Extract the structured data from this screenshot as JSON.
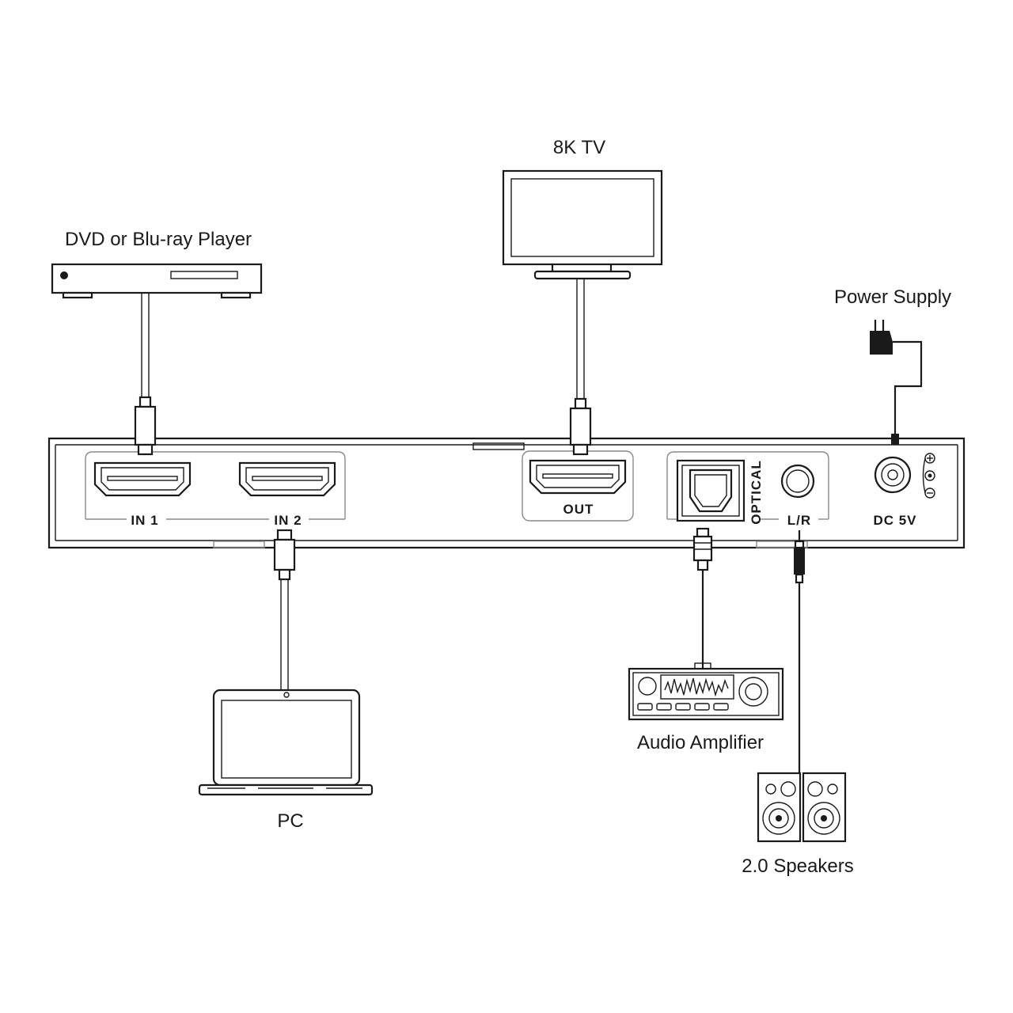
{
  "devices": {
    "dvd_label": "DVD or Blu-ray Player",
    "tv_label": "8K TV",
    "power_label": "Power Supply",
    "pc_label": "PC",
    "amp_label": "Audio Amplifier",
    "speakers_label": "2.0 Speakers"
  },
  "ports": {
    "in1": "IN 1",
    "in2": "IN 2",
    "out": "OUT",
    "optical": "OPTICAL",
    "lr": "L/R",
    "dc": "DC 5V"
  },
  "colors": {
    "line": "#1a1a1a",
    "background": "#ffffff"
  }
}
